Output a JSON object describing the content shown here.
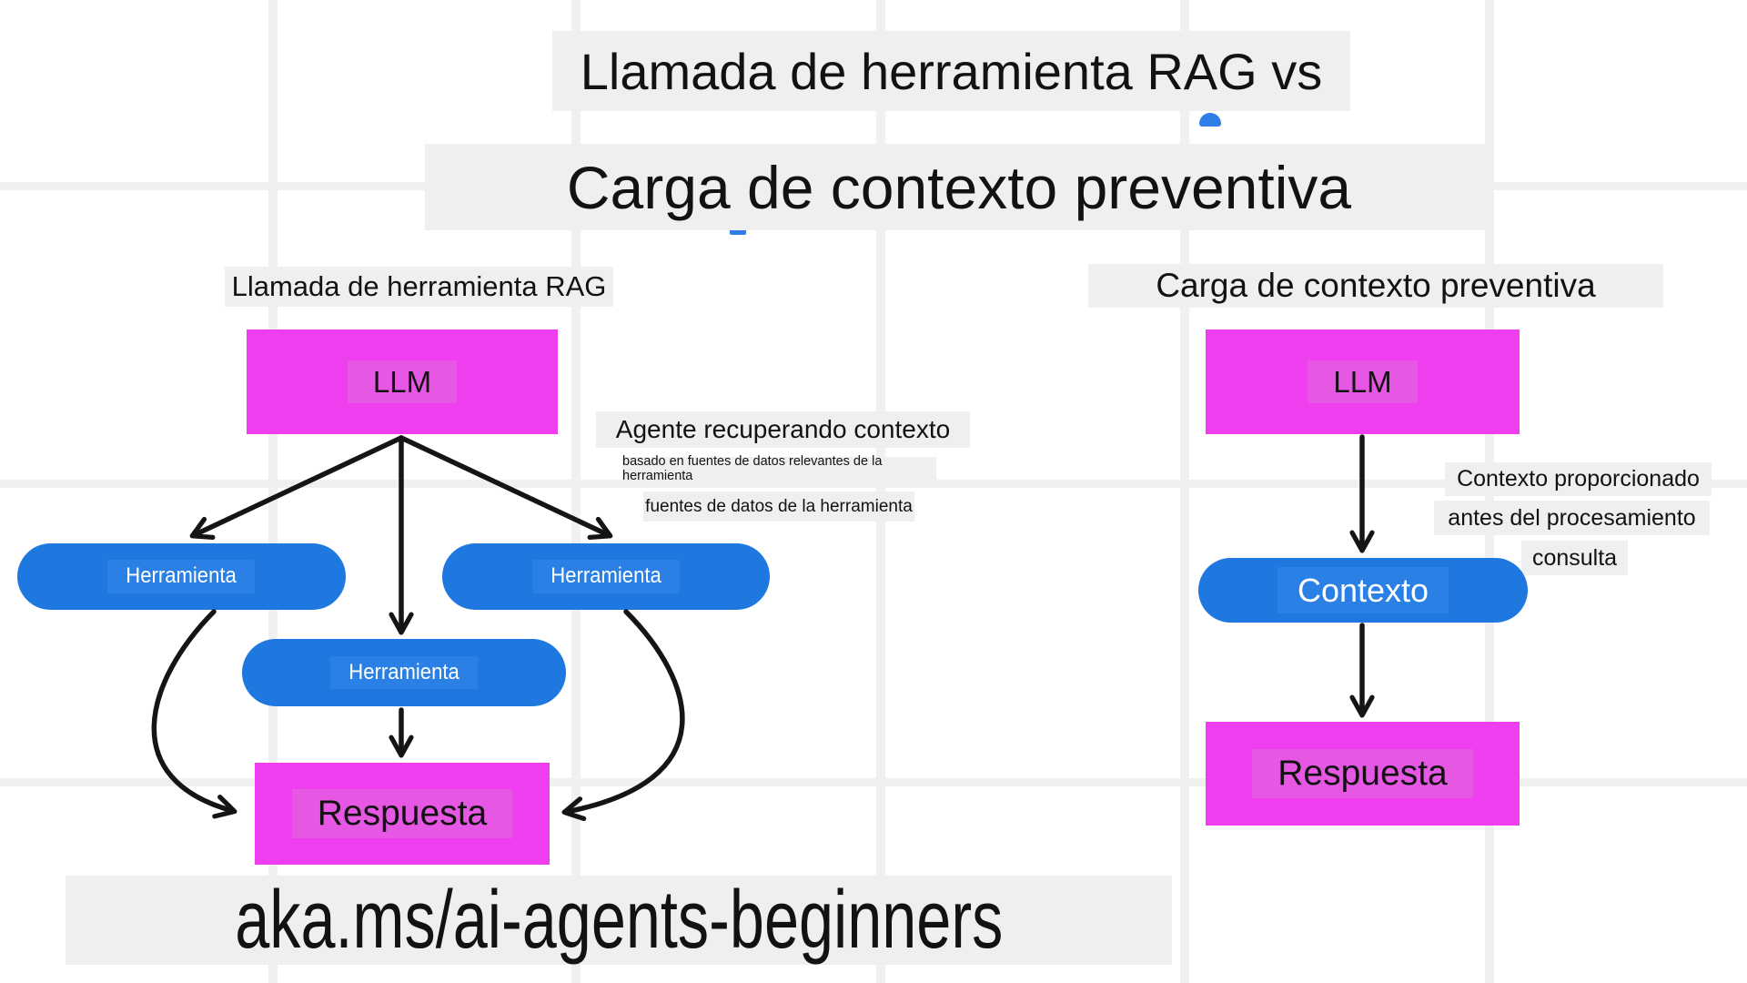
{
  "titles": {
    "line1": "Llamada de herramienta RAG vs",
    "line2": "Carga de contexto preventiva"
  },
  "left_diagram": {
    "heading": "Llamada de herramienta RAG",
    "llm_label": "LLM",
    "tools": [
      "Herramienta",
      "Herramienta",
      "Herramienta"
    ],
    "response_label": "Respuesta"
  },
  "middle_note": {
    "line1": "Agente recuperando contexto",
    "line2": "basado en fuentes de datos relevantes de la herramienta",
    "line3": "fuentes de datos de la herramienta"
  },
  "right_diagram": {
    "heading": "Carga de contexto preventiva",
    "llm_label": "LLM",
    "context_label": "Contexto",
    "response_label": "Respuesta",
    "note": {
      "line1": "Contexto proporcionado",
      "line2": "antes del procesamiento",
      "line3": "consulta"
    }
  },
  "footer": {
    "link_text": "aka.ms/ai-agents-beginners"
  },
  "colors": {
    "magenta": "#ee3ef0",
    "magenta_highlight": "#e658e4",
    "blue": "#1e78e0",
    "blue_highlight": "#2a80e4",
    "label_background": "#efefef",
    "arrow": "#151515",
    "blue_mark": "#2e7de9"
  }
}
